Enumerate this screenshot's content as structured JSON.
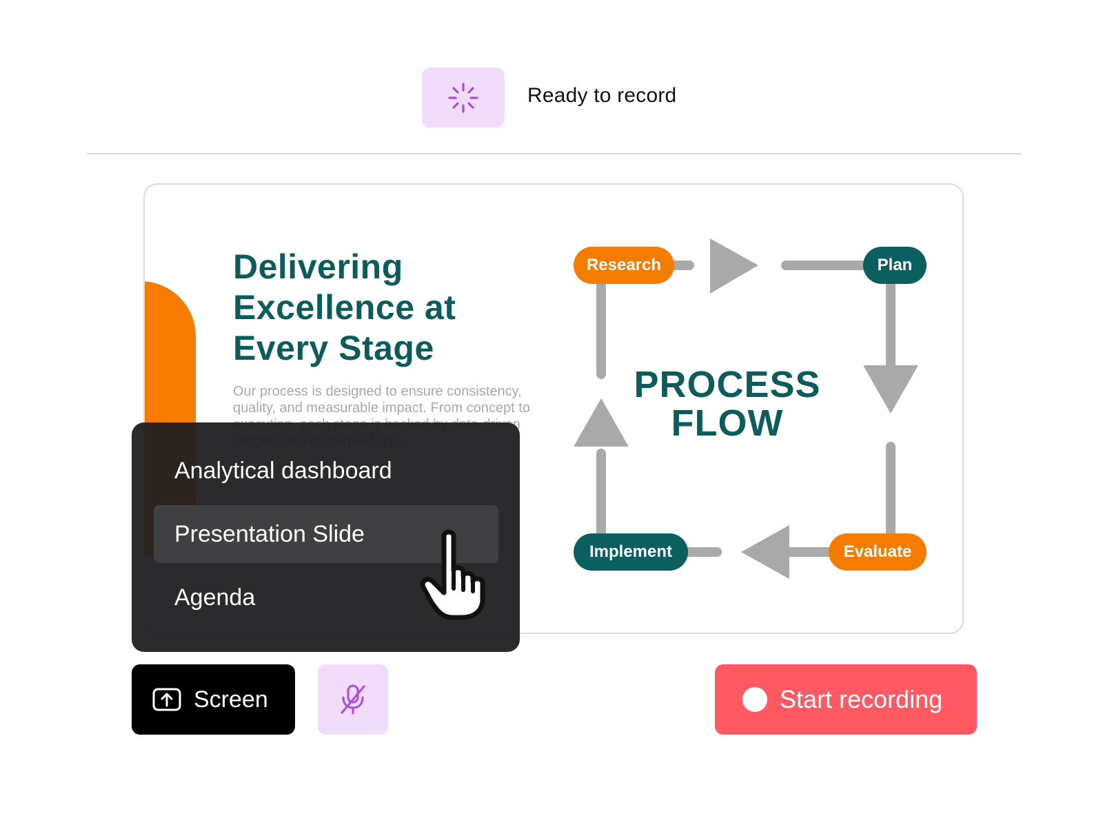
{
  "status": {
    "icon": "loading-spinner-icon",
    "text": "Ready to record"
  },
  "slide": {
    "title": "Delivering Excellence at Every Stage",
    "body": "Our process is designed to ensure consistency, quality, and measurable impact. From concept to execution, each stage is backed by data-driven insights and customer focus.",
    "flow_title_line1": "PROCESS",
    "flow_title_line2": "FLOW",
    "nodes": {
      "research": "Research",
      "plan": "Plan",
      "evaluate": "Evaluate",
      "implement": "Implement"
    }
  },
  "menu": {
    "items": [
      {
        "label": "Analytical dashboard"
      },
      {
        "label": "Presentation Slide",
        "selected": true
      },
      {
        "label": "Agenda"
      }
    ]
  },
  "toolbar": {
    "screen_label": "Screen",
    "screen_icon": "screen-share-icon",
    "mic_icon": "mic-off-icon",
    "record_label": "Start recording"
  },
  "colors": {
    "accent_purple": "#f1dcfb",
    "record_red": "#ff5a63",
    "teal": "#0b5f5f",
    "orange": "#f57c00"
  }
}
